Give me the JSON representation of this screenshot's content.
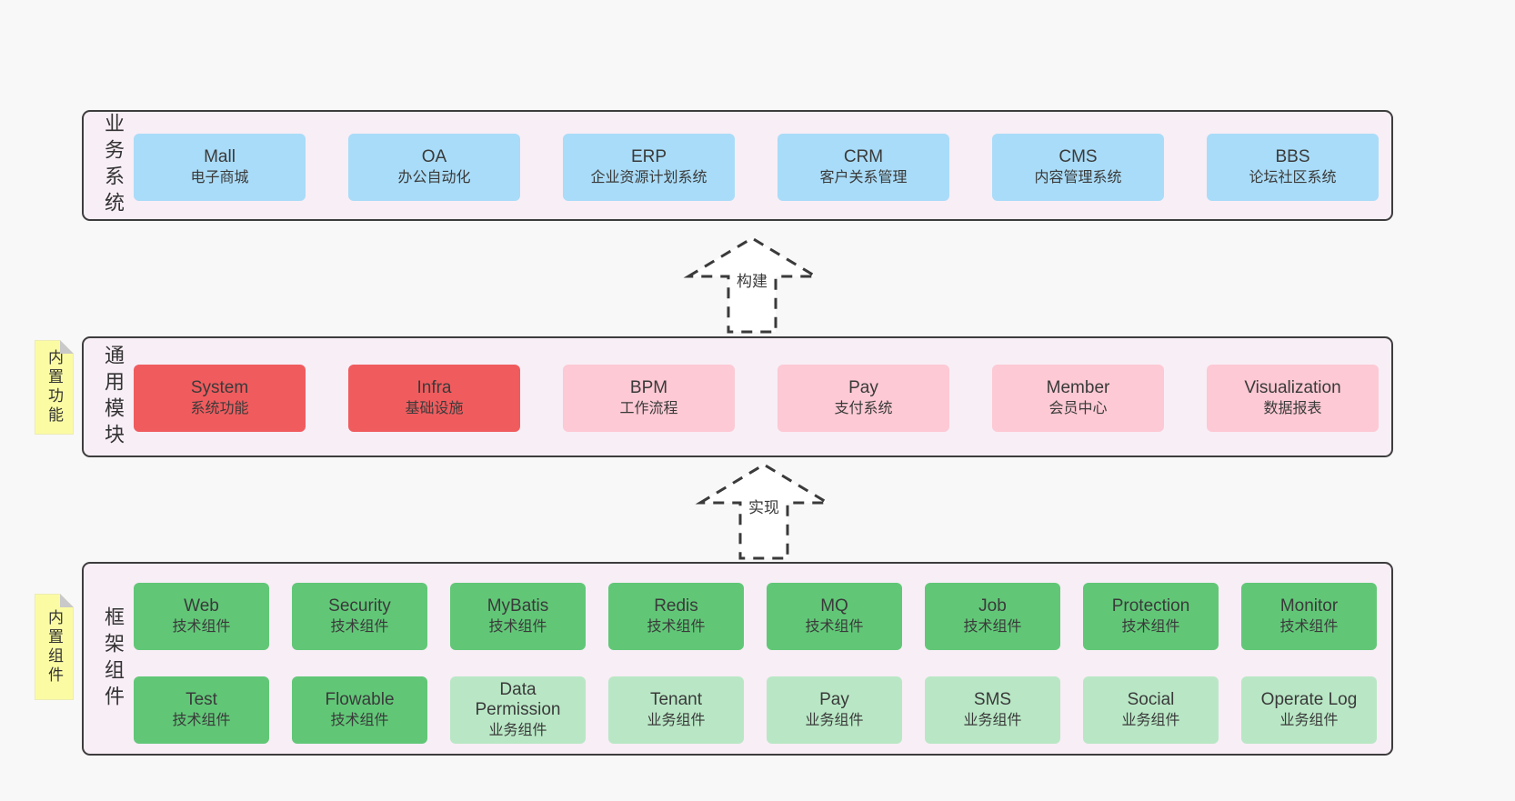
{
  "colors": {
    "page_bg": "#f8f8f8",
    "band_bg": "#f8eef6",
    "blue": "#a9dcf8",
    "red": "#f05c5e",
    "pink": "#fcc9d4",
    "green": "#61c777",
    "light_green": "#b9e7c5",
    "yellow": "#fbfba3",
    "fold_gray": "#c9c9c9"
  },
  "arrows": {
    "build": "构建",
    "implement": "实现"
  },
  "business_band": {
    "label": "业务系统",
    "boxes": [
      {
        "name": "Mall",
        "subtitle": "电子商城",
        "variant": "blue"
      },
      {
        "name": "OA",
        "subtitle": "办公自动化",
        "variant": "blue"
      },
      {
        "name": "ERP",
        "subtitle": "企业资源计划系统",
        "variant": "blue"
      },
      {
        "name": "CRM",
        "subtitle": "客户关系管理",
        "variant": "blue"
      },
      {
        "name": "CMS",
        "subtitle": "内容管理系统",
        "variant": "blue"
      },
      {
        "name": "BBS",
        "subtitle": "论坛社区系统",
        "variant": "blue"
      }
    ]
  },
  "module_band": {
    "label": "通用模块",
    "sticky": "内置功能",
    "boxes": [
      {
        "name": "System",
        "subtitle": "系统功能",
        "variant": "red"
      },
      {
        "name": "Infra",
        "subtitle": "基础设施",
        "variant": "red"
      },
      {
        "name": "BPM",
        "subtitle": "工作流程",
        "variant": "pink"
      },
      {
        "name": "Pay",
        "subtitle": "支付系统",
        "variant": "pink"
      },
      {
        "name": "Member",
        "subtitle": "会员中心",
        "variant": "pink"
      },
      {
        "name": "Visualization",
        "subtitle": "数据报表",
        "variant": "pink"
      }
    ]
  },
  "framework_band": {
    "label": "框架组件",
    "sticky": "内置组件",
    "row1": [
      {
        "name": "Web",
        "subtitle": "技术组件",
        "variant": "green"
      },
      {
        "name": "Security",
        "subtitle": "技术组件",
        "variant": "green"
      },
      {
        "name": "MyBatis",
        "subtitle": "技术组件",
        "variant": "green"
      },
      {
        "name": "Redis",
        "subtitle": "技术组件",
        "variant": "green"
      },
      {
        "name": "MQ",
        "subtitle": "技术组件",
        "variant": "green"
      },
      {
        "name": "Job",
        "subtitle": "技术组件",
        "variant": "green"
      },
      {
        "name": "Protection",
        "subtitle": "技术组件",
        "variant": "green"
      },
      {
        "name": "Monitor",
        "subtitle": "技术组件",
        "variant": "green"
      }
    ],
    "row2": [
      {
        "name": "Test",
        "subtitle": "技术组件",
        "variant": "green"
      },
      {
        "name": "Flowable",
        "subtitle": "技术组件",
        "variant": "green"
      },
      {
        "name": "Data Permission",
        "subtitle": "业务组件",
        "variant": "lgreen"
      },
      {
        "name": "Tenant",
        "subtitle": "业务组件",
        "variant": "lgreen"
      },
      {
        "name": "Pay",
        "subtitle": "业务组件",
        "variant": "lgreen"
      },
      {
        "name": "SMS",
        "subtitle": "业务组件",
        "variant": "lgreen"
      },
      {
        "name": "Social",
        "subtitle": "业务组件",
        "variant": "lgreen"
      },
      {
        "name": "Operate Log",
        "subtitle": "业务组件",
        "variant": "lgreen"
      }
    ]
  }
}
